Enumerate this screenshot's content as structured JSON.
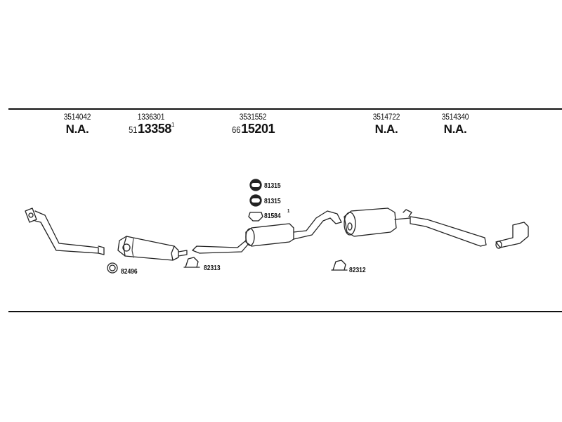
{
  "labels": {
    "p1": {
      "number": "3514042",
      "sub": "N.A."
    },
    "p2": {
      "number": "1336301",
      "prefix": "51",
      "main": "13358",
      "sup": "1"
    },
    "p3": {
      "number": "3531552",
      "prefix": "66",
      "main": "15201"
    },
    "p4": {
      "number": "3514722",
      "sub": "N.A."
    },
    "p5": {
      "number": "3514340",
      "sub": "N.A."
    }
  },
  "hardware": {
    "h1": "81315",
    "h2": "81315",
    "h3": "81584",
    "h3_sup": "1",
    "c1": "82496",
    "c2": "82313",
    "c3": "82312"
  }
}
